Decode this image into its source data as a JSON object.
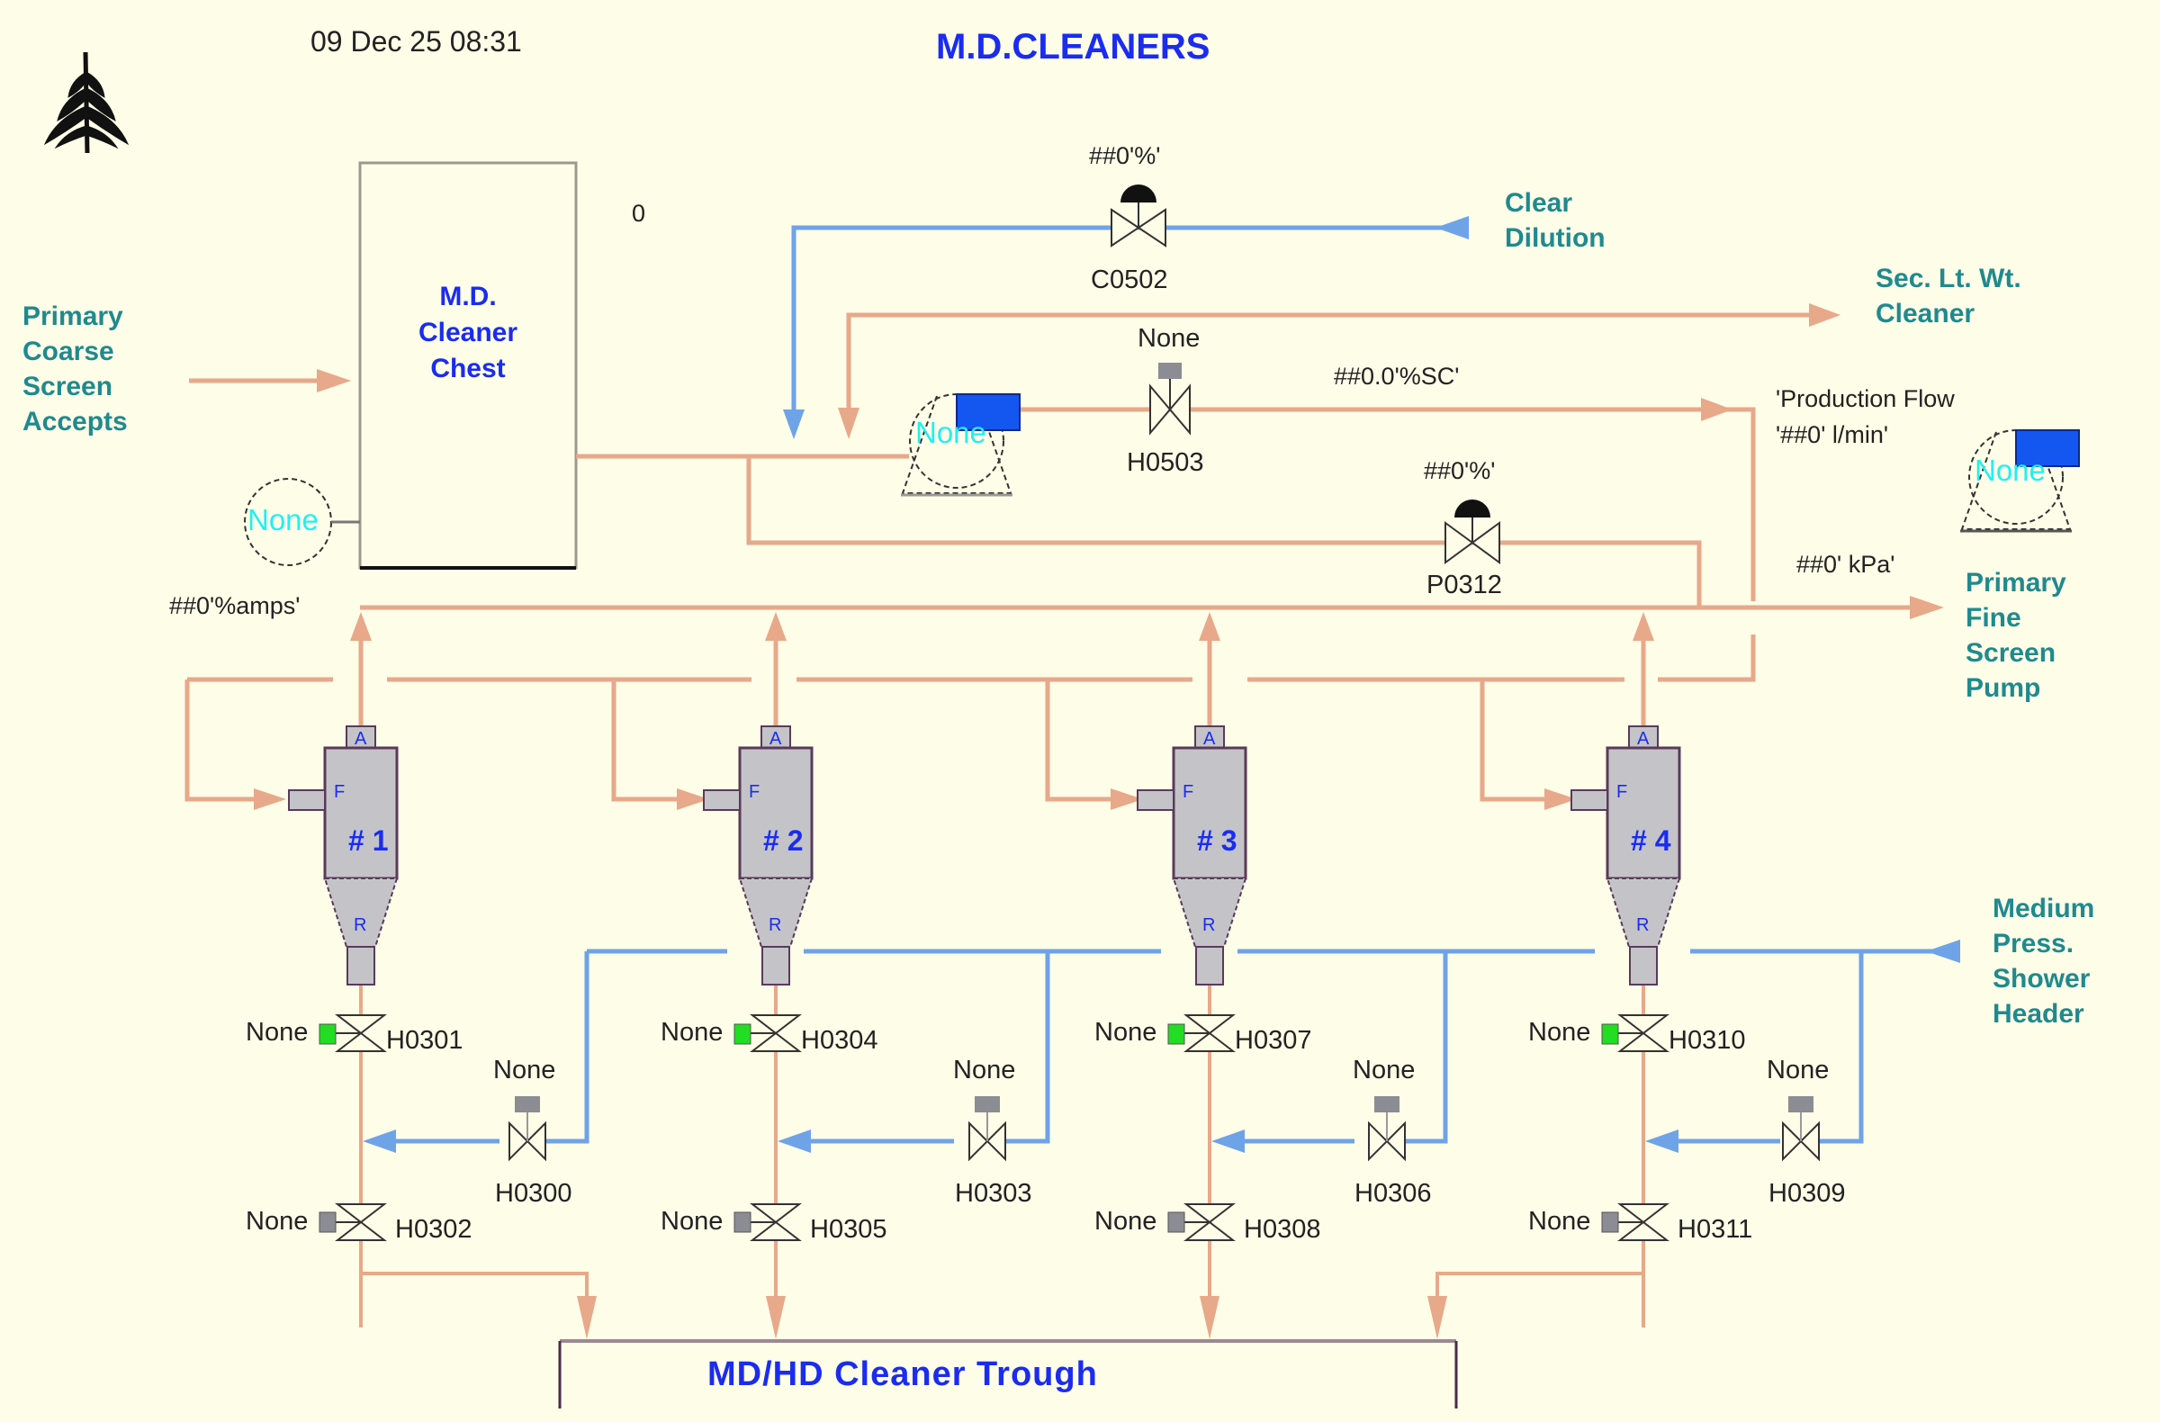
{
  "header": {
    "title": "M.D.CLEANERS",
    "datetime": "09 Dec 25 08:31",
    "logo_icon": "fern-logo-icon"
  },
  "colors": {
    "background": "#fdfde8",
    "stock_pipe": "#e8a88a",
    "water_pipe": "#6fa3e8",
    "title_blue": "#1a2cf0",
    "stream_label_teal": "#1f8a8e",
    "valve_open_green": "#22dd22",
    "valve_closed_gray": "#8c8c94",
    "motor_blue": "#1456f0",
    "status_cyan": "#22f0f0",
    "cleaner_body": "#c4c4c8"
  },
  "chest": {
    "label": "M.D.\nCleaner\nChest",
    "level_value": "0",
    "agitator_status": "None",
    "agitator_amps": "##0'%amps'"
  },
  "streams": {
    "primary_coarse": "Primary\nCoarse\nScreen\nAccepts",
    "clear_dilution": "Clear\nDilution",
    "sec_lt_wt": "Sec. Lt. Wt.\nCleaner",
    "primary_fine_pump": "Primary\nFine\nScreen\nPump",
    "medium_press": "Medium\nPress.\nShower\nHeader"
  },
  "valves": {
    "c0502": {
      "tag": "C0502",
      "value": "##0'%'"
    },
    "h0503": {
      "tag": "H0503",
      "status": "None"
    },
    "p0312": {
      "tag": "P0312",
      "value": "##0'%'"
    }
  },
  "readouts": {
    "consistency": "##0.0'%SC'",
    "production_flow_line1": "'Production Flow",
    "production_flow_line2": "'##0' l/min'",
    "pressure": "##0' kPa'"
  },
  "pumps": {
    "feed_pump_status": "None",
    "fine_screen_pump_status": "None"
  },
  "cleaners": [
    {
      "name": "# 1",
      "ports": {
        "accept": "A",
        "feed": "F",
        "reject": "R"
      },
      "top_valve": {
        "tag": "H0301",
        "status": "None",
        "state": "open"
      },
      "shower_valve": {
        "tag": "H0300",
        "status": "None"
      },
      "bottom_valve": {
        "tag": "H0302",
        "status": "None",
        "state": "closed"
      }
    },
    {
      "name": "# 2",
      "ports": {
        "accept": "A",
        "feed": "F",
        "reject": "R"
      },
      "top_valve": {
        "tag": "H0304",
        "status": "None",
        "state": "open"
      },
      "shower_valve": {
        "tag": "H0303",
        "status": "None"
      },
      "bottom_valve": {
        "tag": "H0305",
        "status": "None",
        "state": "closed"
      }
    },
    {
      "name": "# 3",
      "ports": {
        "accept": "A",
        "feed": "F",
        "reject": "R"
      },
      "top_valve": {
        "tag": "H0307",
        "status": "None",
        "state": "open"
      },
      "shower_valve": {
        "tag": "H0306",
        "status": "None"
      },
      "bottom_valve": {
        "tag": "H0308",
        "status": "None",
        "state": "closed"
      }
    },
    {
      "name": "# 4",
      "ports": {
        "accept": "A",
        "feed": "F",
        "reject": "R"
      },
      "top_valve": {
        "tag": "H0310",
        "status": "None",
        "state": "open"
      },
      "shower_valve": {
        "tag": "H0309",
        "status": "None"
      },
      "bottom_valve": {
        "tag": "H0311",
        "status": "None",
        "state": "closed"
      }
    }
  ],
  "trough": {
    "label": "MD/HD Cleaner Trough"
  }
}
